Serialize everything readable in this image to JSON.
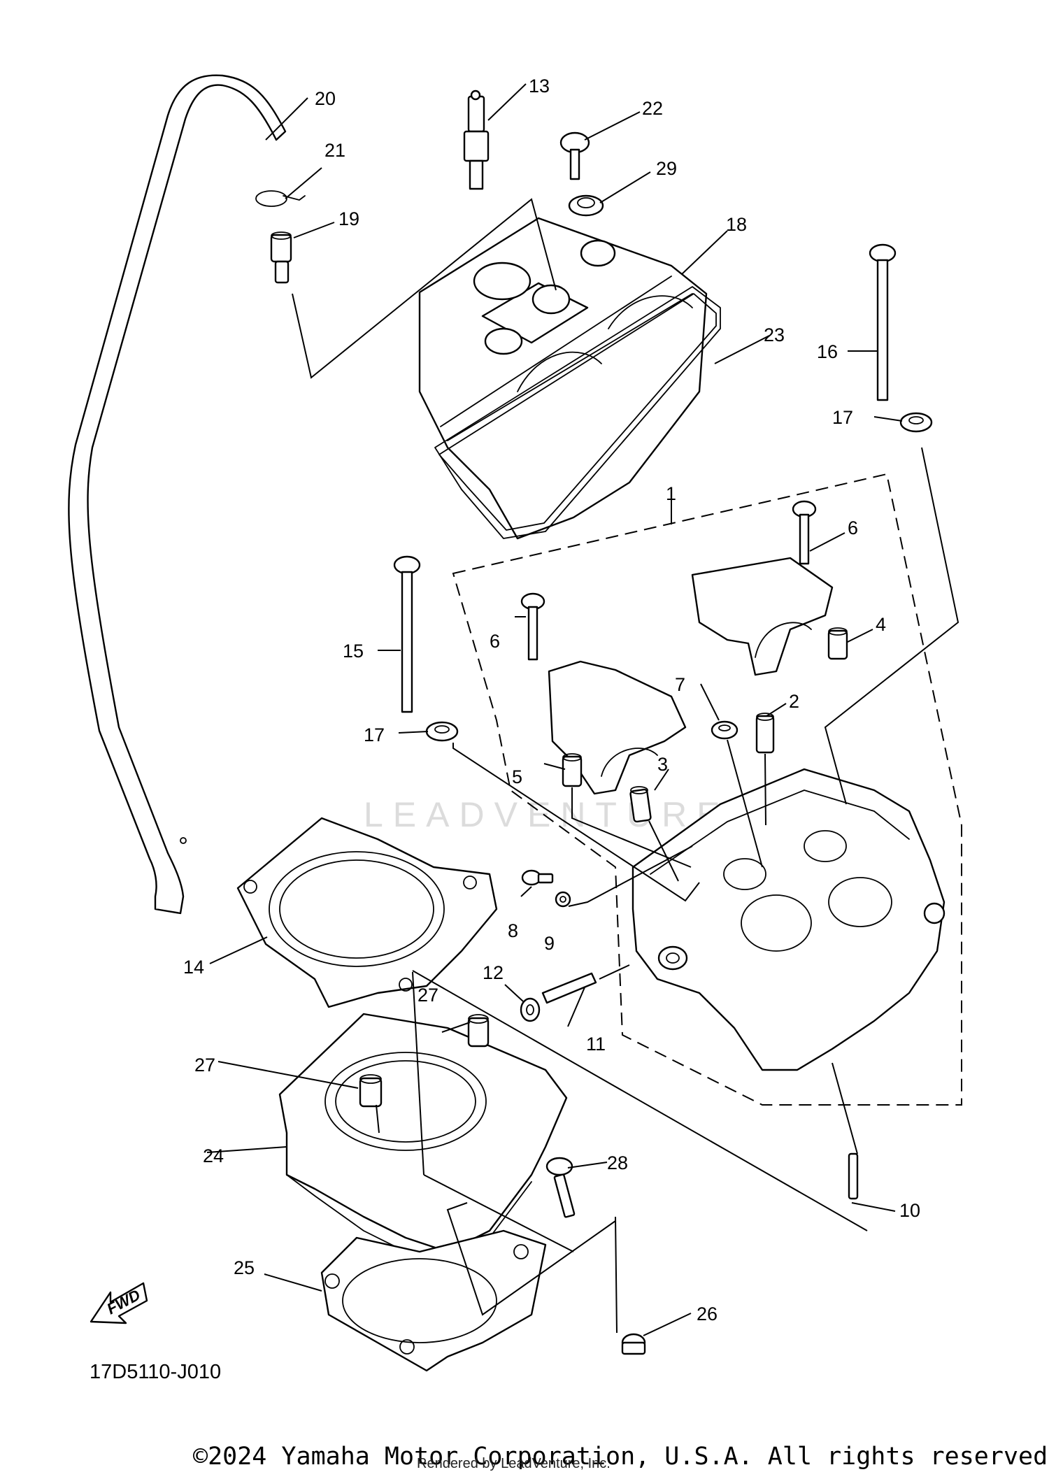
{
  "diagram": {
    "title": "",
    "part_code": "17D5110-J010",
    "fwd_label": "FWD",
    "watermark": "LEADVENTURE",
    "callouts": [
      "1",
      "2",
      "3",
      "4",
      "5",
      "6",
      "6",
      "7",
      "8",
      "9",
      "10",
      "11",
      "12",
      "13",
      "14",
      "15",
      "16",
      "17",
      "17",
      "18",
      "19",
      "20",
      "21",
      "22",
      "23",
      "24",
      "25",
      "26",
      "27",
      "27",
      "28",
      "29"
    ]
  },
  "footer": {
    "copyright": "©2024 Yamaha Motor Corporation, U.S.A. All rights reserved.",
    "rendered_by": "Rendered by LeadVenture, Inc."
  }
}
